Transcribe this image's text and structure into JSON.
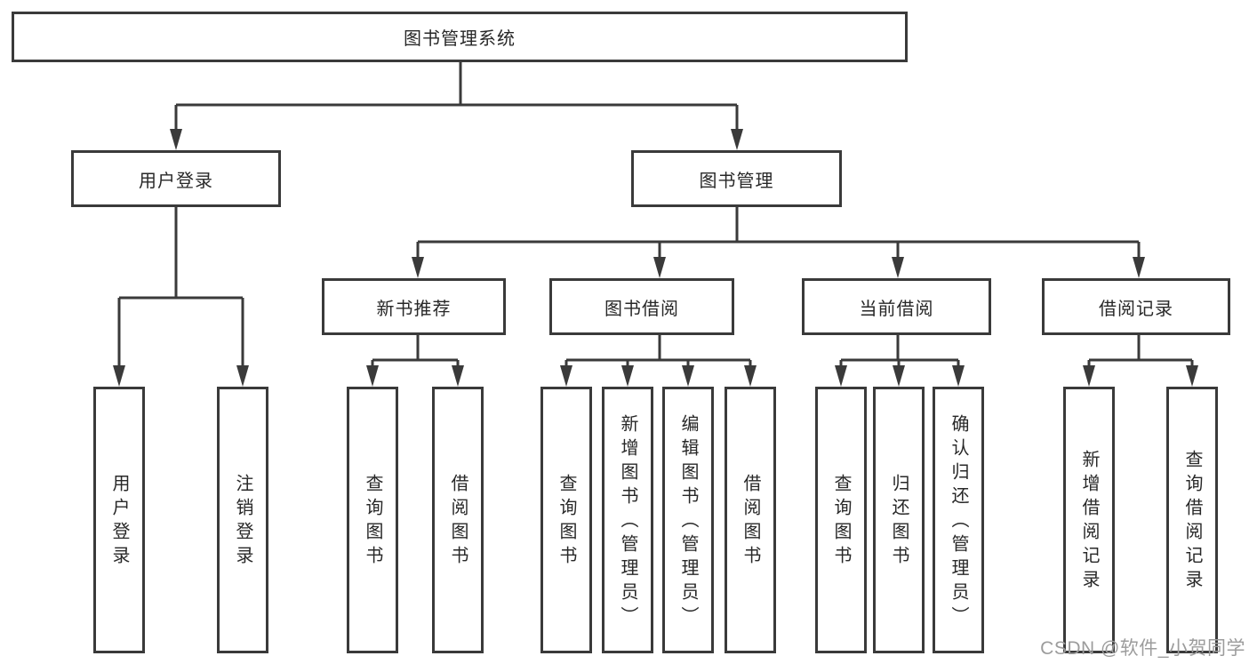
{
  "nodes": {
    "root": "图书管理系统",
    "branches": [
      {
        "label": "用户登录",
        "children": [
          "用户登录",
          "注销登录"
        ]
      },
      {
        "label": "图书管理",
        "groups": [
          {
            "label": "新书推荐",
            "children": [
              "查询图书",
              "借阅图书"
            ]
          },
          {
            "label": "图书借阅",
            "children": [
              "查询图书",
              "新增图书（管理员）",
              "编辑图书（管理员）",
              "借阅图书"
            ]
          },
          {
            "label": "当前借阅",
            "children": [
              "查询图书",
              "归还图书",
              "确认归还（管理员）"
            ]
          },
          {
            "label": "借阅记录",
            "children": [
              "新增借阅记录",
              "查询借阅记录"
            ]
          }
        ]
      }
    ]
  },
  "watermark": "CSDN @软件_小贺同学",
  "colors": {
    "line": "#3a3a3a",
    "text": "#282828",
    "watermark": "#9c9c9c",
    "background": "#ffffff"
  }
}
